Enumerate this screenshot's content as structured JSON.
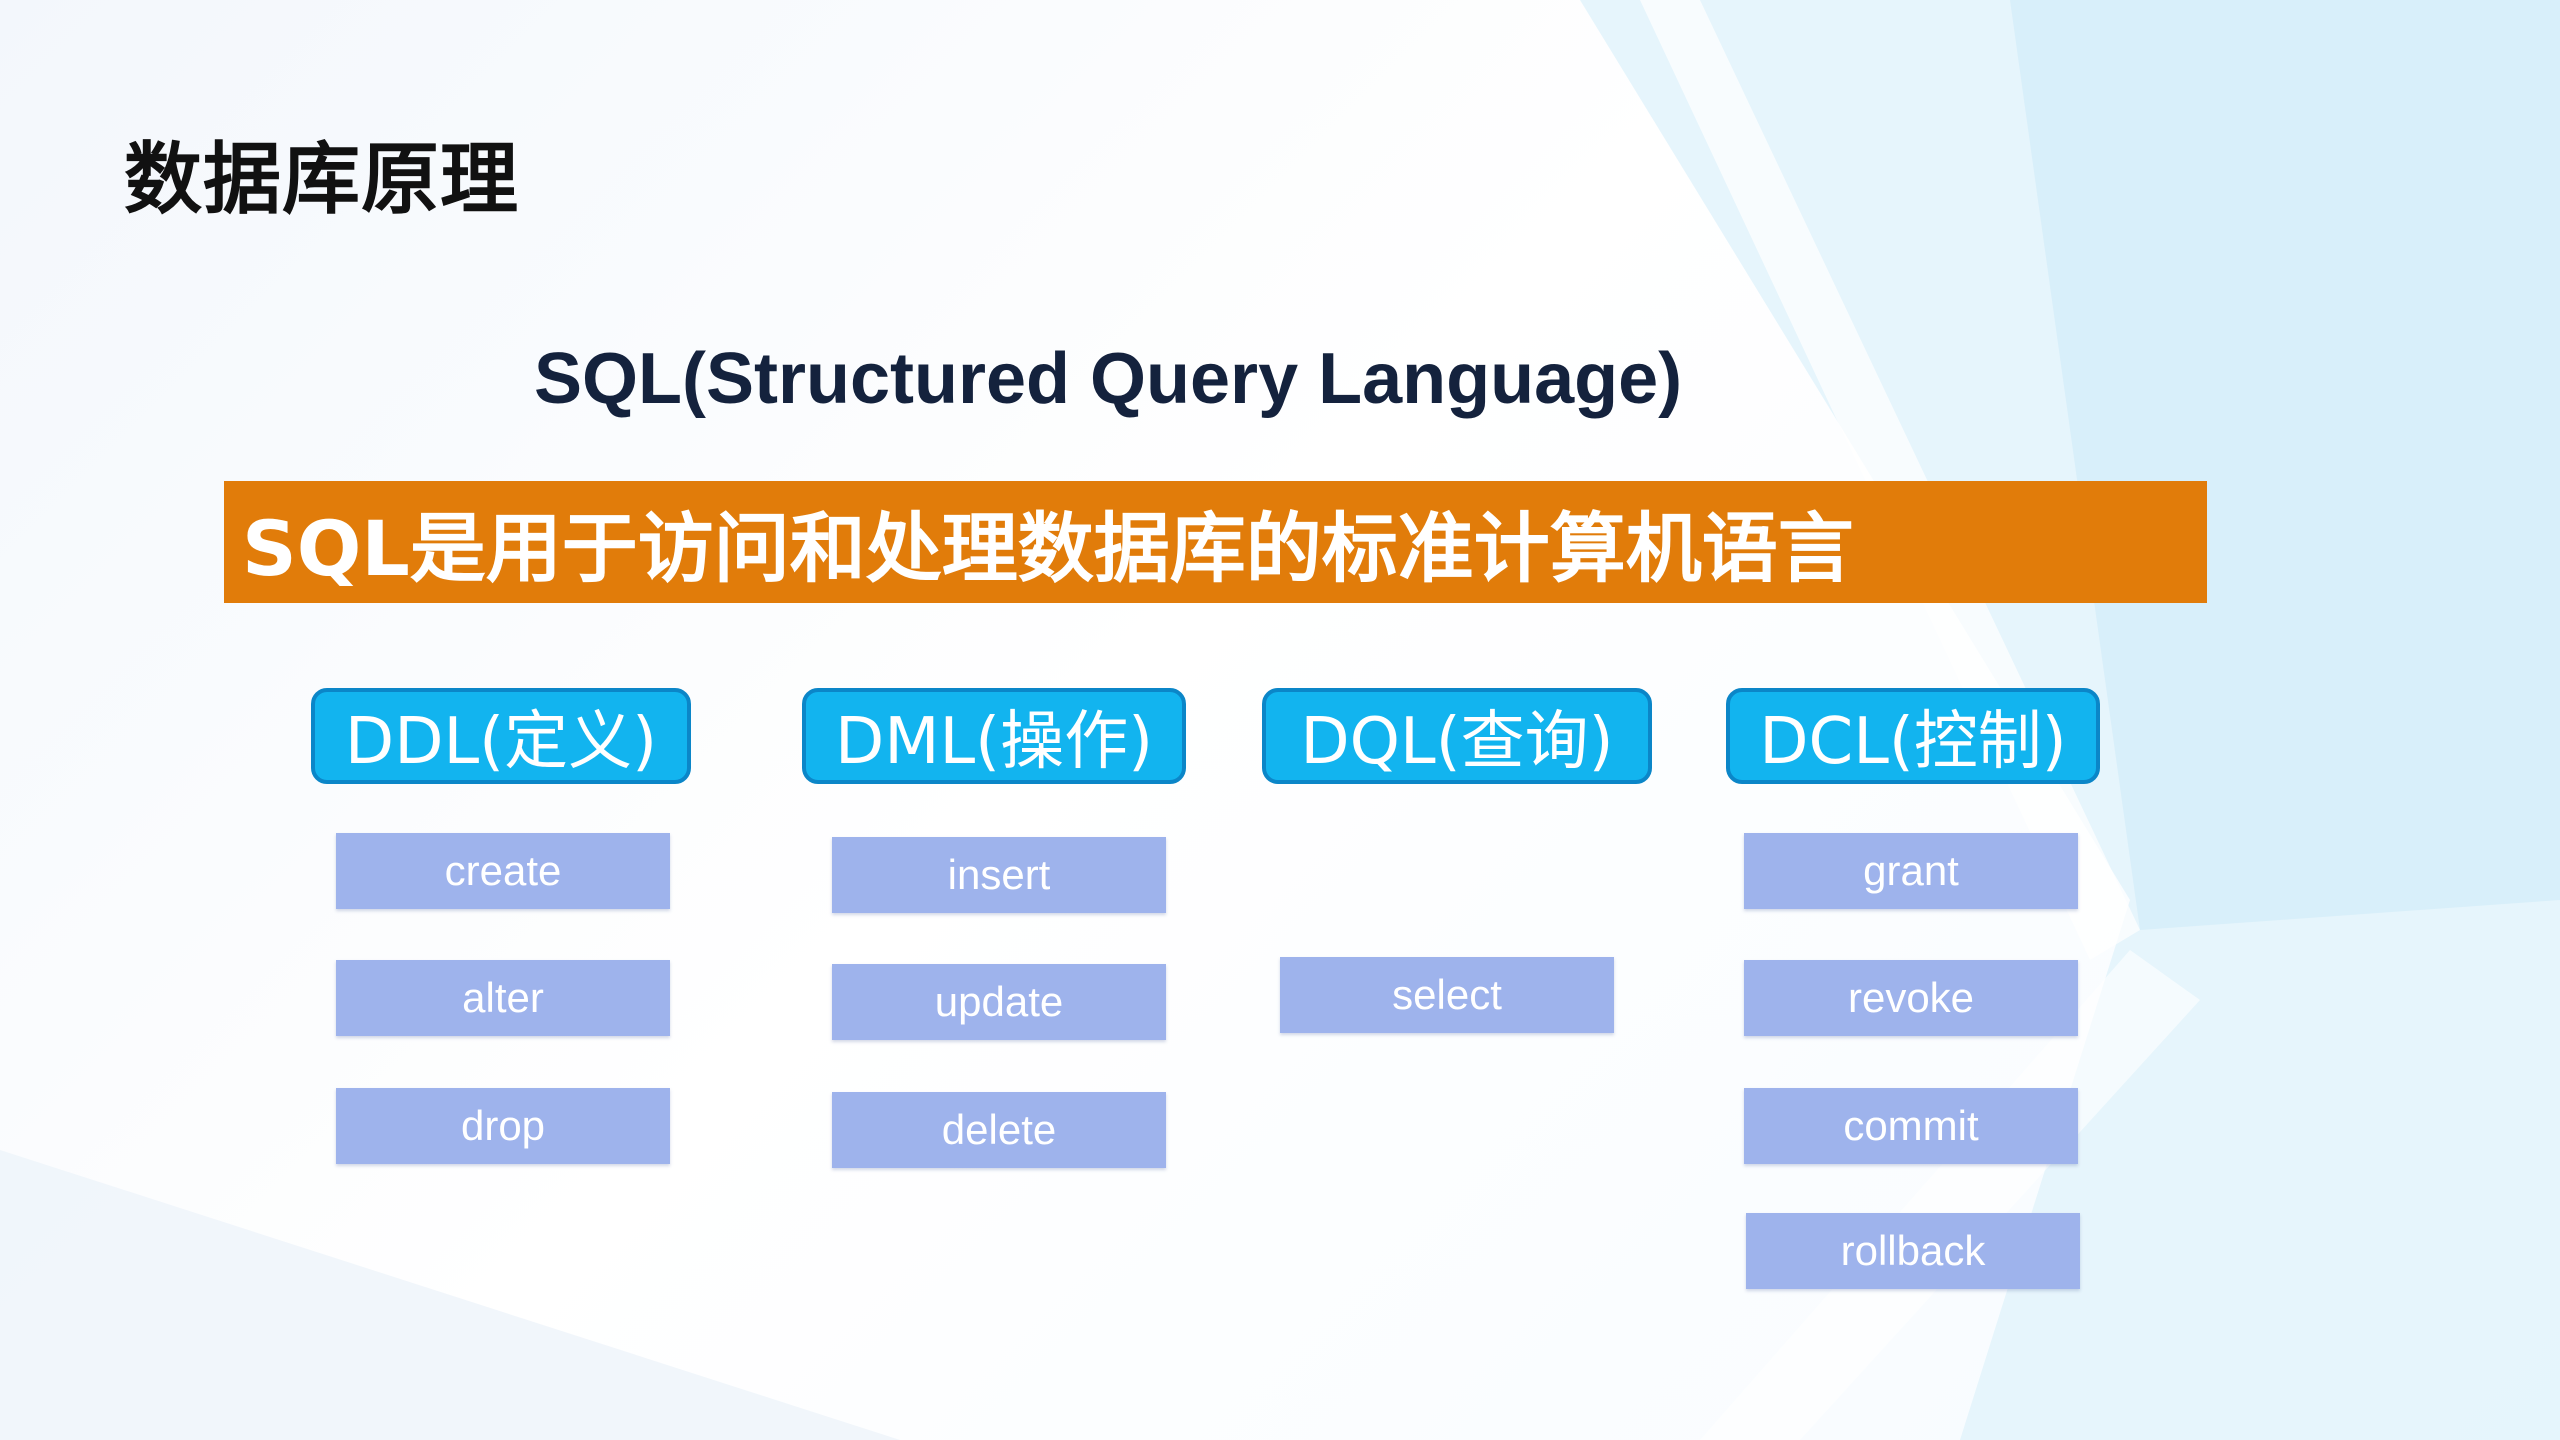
{
  "title": "数据库原理",
  "subtitle": "SQL(Structured Query Language)",
  "banner": "SQL是用于访问和处理数据库的标准计算机语言",
  "colors": {
    "banner": "#e17c0a",
    "category_fill": "#12b4ef",
    "category_border": "#0b86c8",
    "command_fill": "#9eb3ec"
  },
  "categories": [
    {
      "label": "DDL(定义)",
      "commands": [
        "create",
        "alter",
        "drop"
      ]
    },
    {
      "label": "DML(操作)",
      "commands": [
        "insert",
        "update",
        "delete"
      ]
    },
    {
      "label": "DQL(查询)",
      "commands": [
        "select"
      ]
    },
    {
      "label": "DCL(控制)",
      "commands": [
        "grant",
        "revoke",
        "commit",
        "rollback"
      ]
    }
  ]
}
